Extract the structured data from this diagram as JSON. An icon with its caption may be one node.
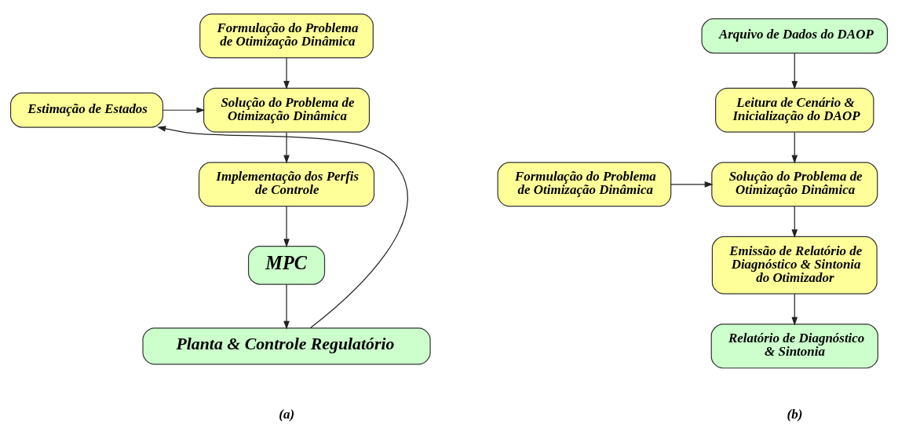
{
  "diagram": {
    "nodes": [
      {
        "text": [
          "Formulação do Problema de Otimização Dinâmica"
        ]
      },
      {
        "text": [
          "Estimação de Estados"
        ]
      },
      {
        "text": [
          "Solução do Problema de Otimização Dinâmica"
        ]
      },
      {
        "text": [
          "Implementação dos Perfis de Controle"
        ]
      },
      {
        "text": [
          "MPC"
        ]
      },
      {
        "text": [
          "Planta & Controle Regulatório"
        ]
      },
      {
        "text": [
          "Arquivo de Dados do DAOP"
        ]
      },
      {
        "text": [
          "Leitura de Cenário & Inicialização do DAOP"
        ]
      },
      {
        "text": [
          "Solução do Problema de Otimização Dinâmica"
        ]
      },
      {
        "text": [
          "Formulação do Problema de Otimização Dinâmica"
        ]
      },
      {
        "text": [
          "Emissão de Relatório de Diagnóstico & Sintonia do Otimizador"
        ]
      },
      {
        "text": [
          "Relatório de Diagnóstico & Sintonia"
        ]
      }
    ],
    "edges": [
      {
        "from": 0,
        "to": 2,
        "arrow": "to"
      },
      {
        "from": 1,
        "to": 2,
        "arrow": "to"
      },
      {
        "from": 2,
        "to": 3,
        "arrow": "to"
      },
      {
        "from": 3,
        "to": 4,
        "arrow": "to"
      },
      {
        "from": 4,
        "to": 5,
        "arrow": "to"
      },
      {
        "from": 5,
        "to": 1,
        "arrow": "to"
      },
      {
        "from": 6,
        "to": 7,
        "arrow": "to"
      },
      {
        "from": 7,
        "to": 8,
        "arrow": "to"
      },
      {
        "from": 9,
        "to": 8,
        "arrow": "to"
      },
      {
        "from": 8,
        "to": 10,
        "arrow": "to"
      },
      {
        "from": 10,
        "to": 11,
        "arrow": "to"
      }
    ],
    "labels": [
      "(a)",
      "(b)"
    ]
  }
}
